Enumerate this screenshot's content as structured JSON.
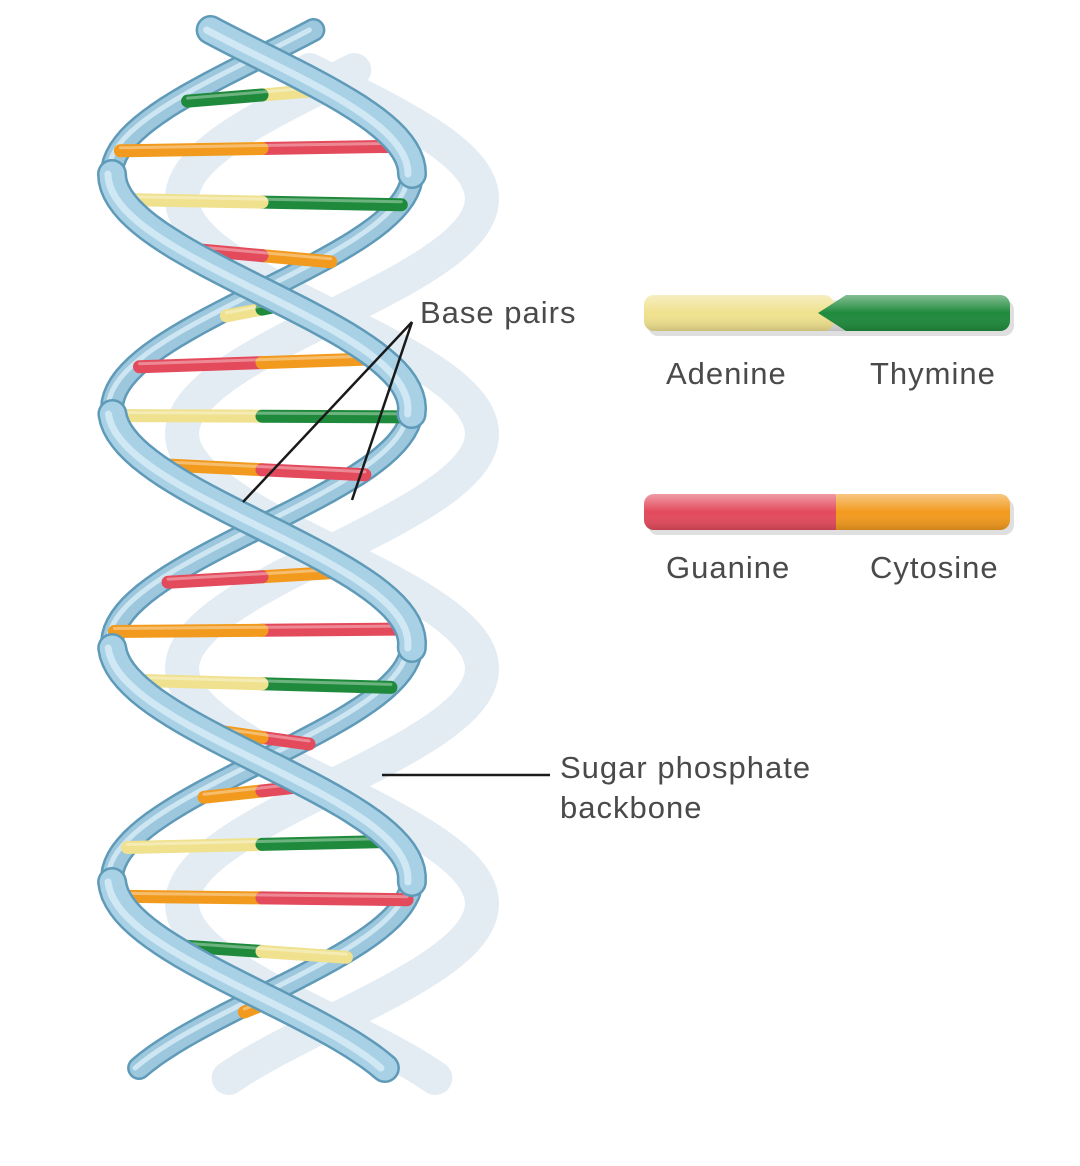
{
  "labels": {
    "base_pairs": "Base pairs",
    "backbone_line1": "Sugar phosphate",
    "backbone_line2": "backbone"
  },
  "legend": [
    {
      "left": "Adenine",
      "right": "Thymine",
      "left_color": "#efe18e",
      "right_color": "#1f8a3c"
    },
    {
      "left": "Guanine",
      "right": "Cytosine",
      "left_color": "#e34a5c",
      "right_color": "#f29a1e"
    }
  ],
  "colors": {
    "backbone": "#a9d1e6",
    "backbone_dark": "#5f9ab8",
    "backbone_light": "#d9eef8",
    "shadow": "#e3ecf3",
    "adenine": "#efe18e",
    "thymine": "#1f8a3c",
    "guanine": "#e34a5c",
    "cytosine": "#f29a1e",
    "text": "#4a4a4a",
    "leader_line": "#1a1a1a"
  }
}
